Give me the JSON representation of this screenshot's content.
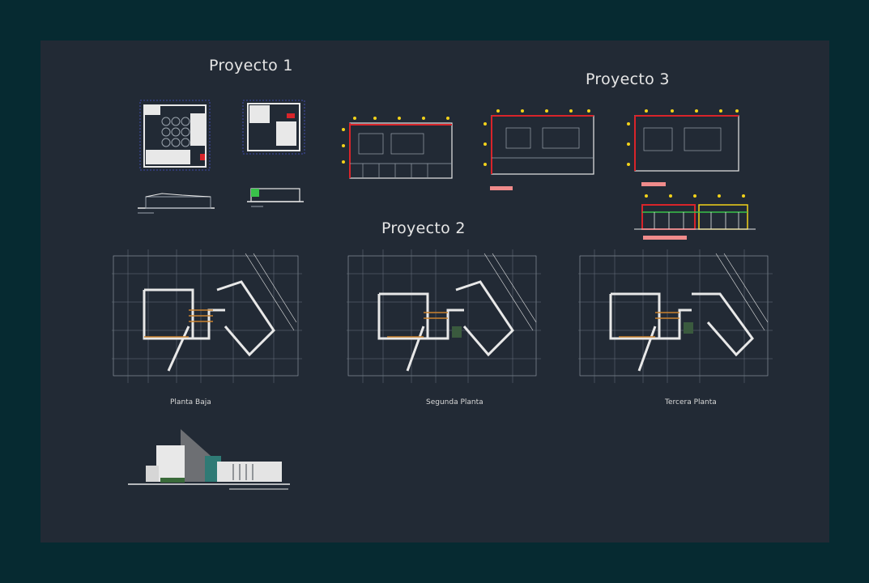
{
  "colors": {
    "frame": "#062a31",
    "canvas": "#222a35",
    "line_white": "#e8e8e8",
    "line_gray": "#9aa3ad",
    "accent_red": "#d9242a",
    "accent_yellow": "#f2d21a",
    "accent_pink": "#f08b8b",
    "accent_green": "#39c24a",
    "accent_orange": "#c9822f"
  },
  "projects": {
    "p1": {
      "title": "Proyecto 1"
    },
    "p2": {
      "title": "Proyecto 2",
      "captions": [
        "Planta Baja",
        "Segunda Planta",
        "Tercera Planta"
      ]
    },
    "p3": {
      "title": "Proyecto 3"
    }
  }
}
